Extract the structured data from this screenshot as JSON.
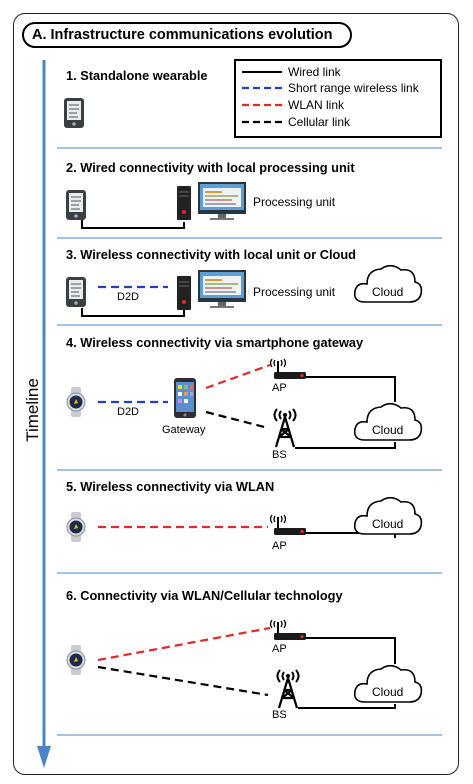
{
  "title": "A. Infrastructure communications evolution",
  "timeline_label": "Timeline",
  "legend": [
    {
      "label": "Wired link",
      "color": "#000000",
      "style": "solid"
    },
    {
      "label": "Short range wireless link",
      "color": "#1f3fbf",
      "style": "dashed"
    },
    {
      "label": "WLAN link",
      "color": "#e02a2a",
      "style": "dashed"
    },
    {
      "label": "Cellular link",
      "color": "#000000",
      "style": "dashed"
    }
  ],
  "stages": [
    {
      "title": "1. Standalone wearable"
    },
    {
      "title": "2. Wired connectivity with local processing unit",
      "processing_label": "Processing unit"
    },
    {
      "title": "3. Wireless connectivity with local unit or Cloud",
      "d2d_label": "D2D",
      "processing_label": "Processing unit",
      "cloud_label": "Cloud"
    },
    {
      "title": "4. Wireless connectivity via smartphone gateway",
      "d2d_label": "D2D",
      "gateway_label": "Gateway",
      "ap_label": "AP",
      "bs_label": "BS",
      "cloud_label": "Cloud"
    },
    {
      "title": "5. Wireless connectivity via WLAN",
      "ap_label": "AP",
      "cloud_label": "Cloud"
    },
    {
      "title": "6. Connectivity via WLAN/Cellular technology",
      "ap_label": "AP",
      "bs_label": "BS",
      "cloud_label": "Cloud"
    }
  ],
  "colors": {
    "timeline": "#4a86c5",
    "separator": "#4a86c5",
    "wlan": "#e02a2a",
    "short_range": "#1f3fbf",
    "ap_led": "#e02a2a"
  },
  "icons": [
    "wearable-meter-icon",
    "smartwatch-icon",
    "computer-tower-icon",
    "monitor-icon",
    "smartphone-icon",
    "access-point-icon",
    "base-station-icon",
    "cloud-icon"
  ]
}
